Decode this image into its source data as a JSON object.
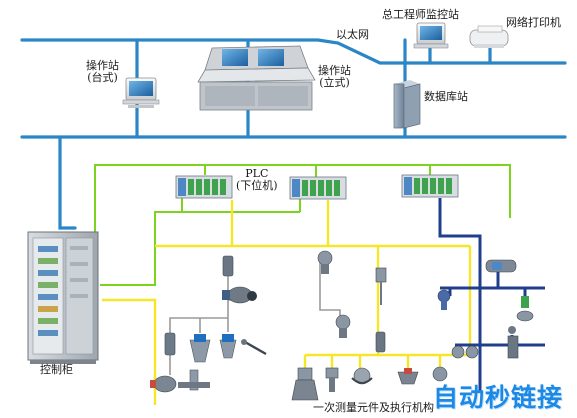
{
  "labels": {
    "ethernet": "以太网",
    "chief_engineer_station": "总工程师监控站",
    "network_printer": "网络打印机",
    "operator_station_desk": "操作站\n(台式)",
    "operator_station_console": "操作站\n(立式)",
    "database_station": "数据库站",
    "plc": "PLC\n(下位机)",
    "control_cabinet": "控制柜",
    "field_instruments": "一次测量元件及执行机构"
  },
  "watermark": "自动秒链接",
  "colors": {
    "ethernet_bus": "#2a86c6",
    "control_network": "#7ed321",
    "field_bus_yellow": "#f5e62a",
    "field_bus_navy": "#1f3f8c",
    "drop_line": "#9a9a9a"
  }
}
